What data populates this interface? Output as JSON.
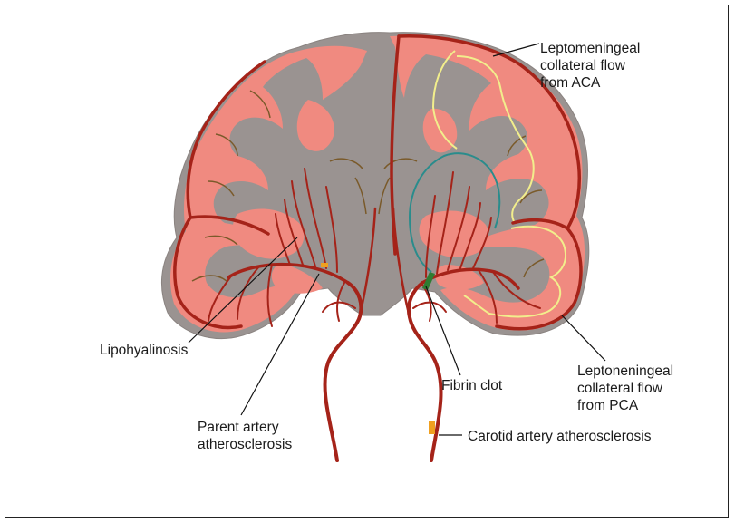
{
  "colors": {
    "gray_matter": "#f08a80",
    "white_matter": "#9a9391",
    "artery": "#a52319",
    "aca_collateral": "#f2ee8c",
    "pca_collateral": "#f2ee8c",
    "mca_territory_vessel": "#2a8c8c",
    "clot": "#2e7d32",
    "plaque": "#f0a020",
    "sulcus_vessel": "#7a5a2a",
    "leader_line": "#111111"
  },
  "labels": {
    "aca_line1": "Leptomeningeal",
    "aca_line2": "collateral flow",
    "aca_line3": "from ACA",
    "lipo": "Lipohyalinosis",
    "fibrin": "Fibrin clot",
    "pca_line1": "Leptoneningeal",
    "pca_line2": "collateral flow",
    "pca_line3": "from PCA",
    "parent_line1": "Parent artery",
    "parent_line2": "atherosclerosis",
    "carotid": "Carotid artery atherosclerosis"
  }
}
